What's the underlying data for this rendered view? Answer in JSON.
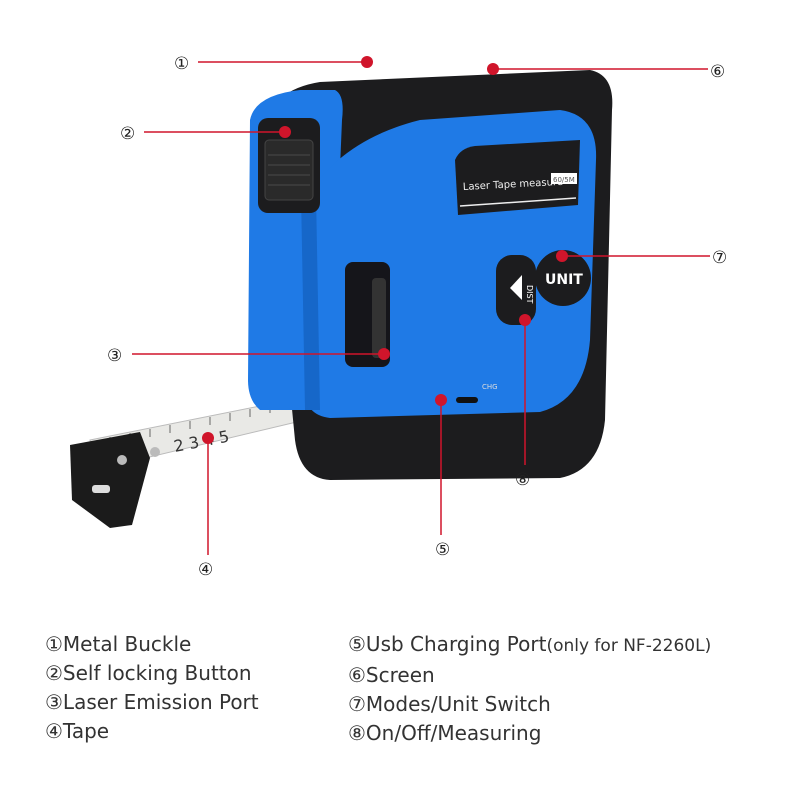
{
  "device": {
    "screen_label": "Laser Tape measure",
    "screen_badge": "60/5M",
    "button_unit": "UNIT",
    "button_dist": "DIST",
    "port_label": "CHG",
    "tape_numbers": "2 3 4 5"
  },
  "callouts": [
    "①",
    "②",
    "③",
    "④",
    "⑤",
    "⑥",
    "⑦",
    "⑧"
  ],
  "legend": {
    "left": [
      "①Metal Buckle",
      "②Self locking Button",
      "③Laser Emission Port",
      "④Tape"
    ],
    "right": [
      "⑤Usb Charging Port",
      "⑥Screen",
      "⑦Modes/Unit Switch",
      "⑧On/Off/Measuring"
    ],
    "right_note": "(only for NF-2260L)"
  },
  "colors": {
    "body_blue": "#1f7ae6",
    "body_black": "#1c1c1e",
    "callout_red": "#d0152b"
  }
}
